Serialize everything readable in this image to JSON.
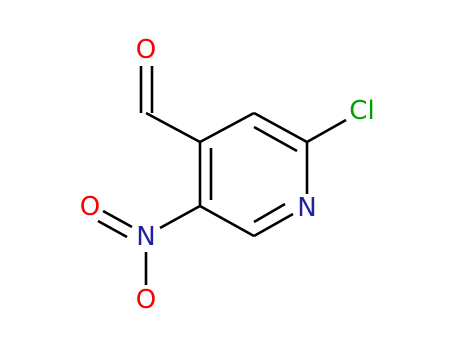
{
  "molecule": {
    "atoms": {
      "aldehyde_oxygen": {
        "symbol": "O",
        "color": "#ff0000"
      },
      "chlorine": {
        "symbol": "Cl",
        "color": "#00a000"
      },
      "ring_nitrogen": {
        "symbol": "N",
        "color": "#2020a0"
      },
      "nitro_oxygen_upper": {
        "symbol": "O",
        "color": "#ff0000"
      },
      "nitro_nitrogen": {
        "symbol": "N",
        "color": "#2020a0"
      },
      "nitro_oxygen_lower": {
        "symbol": "O",
        "color": "#ff0000"
      }
    },
    "bond_color": "#000000",
    "background": "#ffffff"
  }
}
